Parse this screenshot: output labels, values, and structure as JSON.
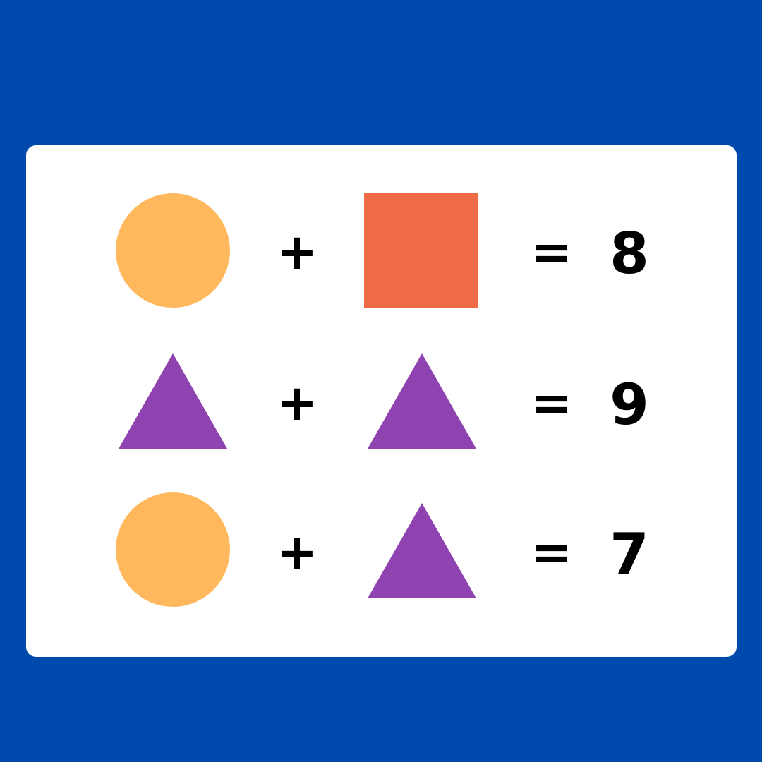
{
  "colors": {
    "background": "#004aad",
    "card": "#ffffff",
    "circle": "#ffb85c",
    "square": "#ef6a47",
    "triangle": "#8f43b0",
    "text": "#000000"
  },
  "rows": [
    {
      "left_shape": "circle",
      "operator": "+",
      "right_shape": "square",
      "equals": "=",
      "result": "8"
    },
    {
      "left_shape": "triangle",
      "operator": "+",
      "right_shape": "triangle",
      "equals": "=",
      "result": "9"
    },
    {
      "left_shape": "circle",
      "operator": "+",
      "right_shape": "triangle",
      "equals": "=",
      "result": "7"
    }
  ]
}
